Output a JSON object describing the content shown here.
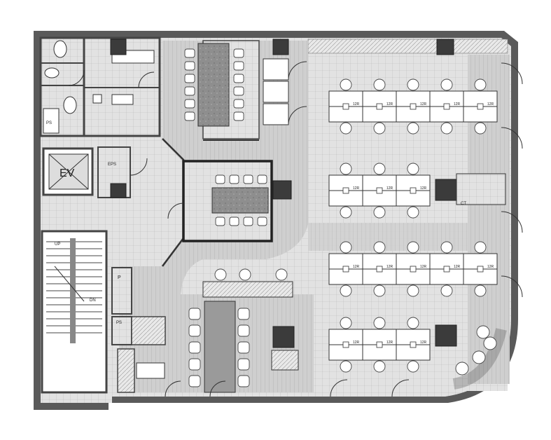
{
  "labels": {
    "ev": "EV",
    "eps": "EPS",
    "ps": "PS",
    "p": "P",
    "ct": "CT",
    "up": "UP",
    "dn": "DN",
    "desk_size": "12R"
  },
  "colors": {
    "wall": "#5a5a5a",
    "floor_tile": "#e2e2e2",
    "wood_floor": "#cfcfcf",
    "column": "#3b3b3b",
    "table_top": "#8e8e8e",
    "background": "#ffffff"
  }
}
